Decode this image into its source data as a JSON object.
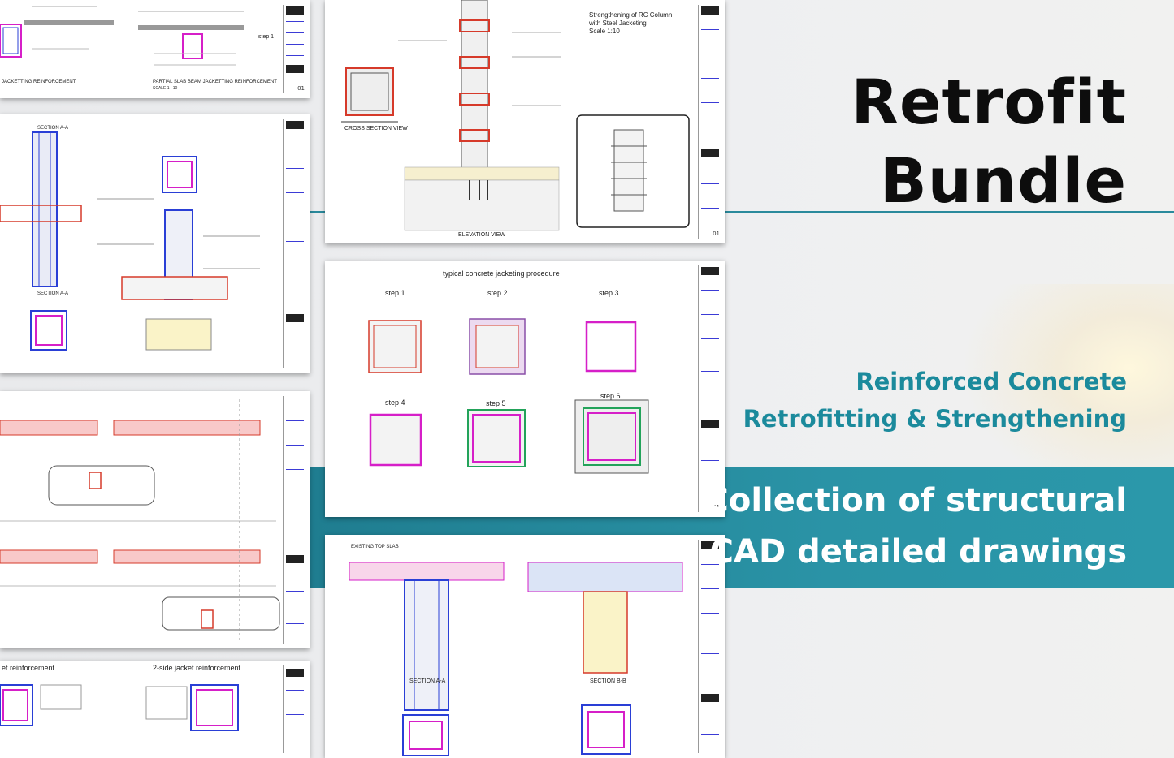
{
  "headline": {
    "line1": "Retrofit",
    "line2": "Bundle"
  },
  "subtitle": {
    "line1": "Reinforced Concrete",
    "line2": "Retrofitting & Strengthening"
  },
  "banner": {
    "line1": "Collection of structural",
    "line2": "CAD detailed drawings"
  },
  "sheets": {
    "column_jacketing": {
      "note_title": "Strengthening of RC Column",
      "note_sub": "with Steel Jacketing",
      "note_scale": "Scale 1:10",
      "cross_section": "CROSS SECTION VIEW",
      "elevation": "ELEVATION VIEW",
      "sheet_no": "01"
    },
    "procedure": {
      "title": "typical concrete jacketing procedure",
      "steps": [
        "step 1",
        "step 2",
        "step 3",
        "step 4",
        "step 5",
        "step 6"
      ],
      "sheet_no": "01"
    },
    "sections": {
      "section_a": "SECTION A-A",
      "section_b": "SECTION B-B",
      "top_slab": "EXISTING TOP SLAB"
    },
    "partial_slab": {
      "caption": "PARTIAL SLAB BEAM JACKETTING REINFORCEMENT",
      "scale": "SCALE 1 : 10",
      "left_caption": "JACKETTING REINFORCEMENT",
      "step_label": "step 1",
      "sheet_no": "01"
    },
    "foundation": {
      "section_top": "SECTION A-A",
      "section_bottom": "SECTION A-A"
    },
    "jacket": {
      "left_title": "et reinforcement",
      "right_title": "2-side jacket reinforcement"
    }
  },
  "colors": {
    "teal": "#1b8a9c",
    "band": "#2a93a6",
    "rebar_magenta": "#d61fc8",
    "rebar_blue": "#2a3fd6",
    "rebar_red": "#d63a2a"
  }
}
